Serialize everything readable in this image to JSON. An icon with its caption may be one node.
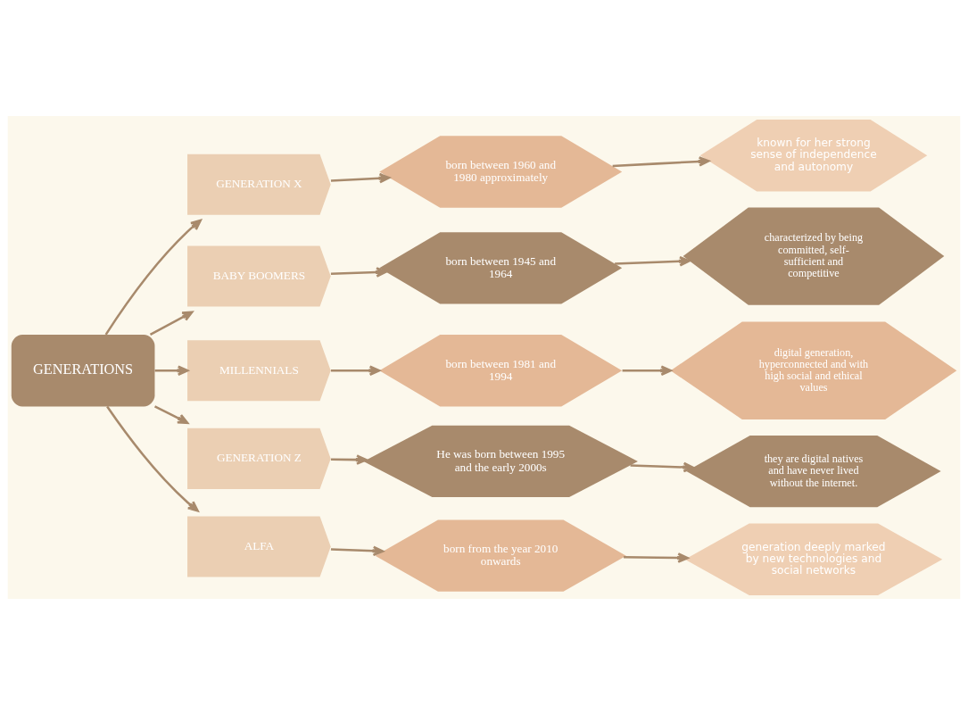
{
  "diagram": {
    "nodes": [
      {
        "text": [
          "GENERATIONS"
        ]
      },
      {
        "text": [
          "GENERATION X"
        ]
      },
      {
        "text": [
          "BABY BOOMERS"
        ]
      },
      {
        "text": [
          "MILLENNIALS"
        ]
      },
      {
        "text": [
          "GENERATION Z"
        ]
      },
      {
        "text": [
          "ALFA"
        ]
      },
      {
        "text": [
          "born between 1960 and 1980 approximately"
        ]
      },
      {
        "text": [
          "born between 1945 and 1964"
        ]
      },
      {
        "text": [
          "born between 1981 and 1994"
        ]
      },
      {
        "text": [
          "He was born between 1995 and the early 2000s"
        ]
      },
      {
        "text": [
          "born from the year 2010 onwards"
        ]
      },
      {
        "text": [
          "known for her strong sense of independence and autonomy"
        ]
      },
      {
        "text": [
          "characterized by being committed, self-sufficient and competitive"
        ]
      },
      {
        "text": [
          "digital generation, hyperconnected and with high social and ethical values"
        ]
      },
      {
        "text": [
          "they are digital natives and have never lived without the internet."
        ]
      },
      {
        "text": [
          "generation deeply marked by new technologies and social networks"
        ]
      }
    ],
    "edges": [
      {
        "from": 0,
        "to": 1,
        "arrow": "to"
      },
      {
        "from": 0,
        "to": 2,
        "arrow": "to"
      },
      {
        "from": 0,
        "to": 3,
        "arrow": "to"
      },
      {
        "from": 0,
        "to": 4,
        "arrow": "to"
      },
      {
        "from": 0,
        "to": 5,
        "arrow": "to"
      },
      {
        "from": 1,
        "to": 6,
        "arrow": "to"
      },
      {
        "from": 2,
        "to": 7,
        "arrow": "to"
      },
      {
        "from": 3,
        "to": 8,
        "arrow": "to"
      },
      {
        "from": 4,
        "to": 9,
        "arrow": "to"
      },
      {
        "from": 5,
        "to": 10,
        "arrow": "to"
      },
      {
        "from": 6,
        "to": 11,
        "arrow": "to"
      },
      {
        "from": 7,
        "to": 12,
        "arrow": "to"
      },
      {
        "from": 8,
        "to": 13,
        "arrow": "to"
      },
      {
        "from": 9,
        "to": 14,
        "arrow": "to"
      },
      {
        "from": 10,
        "to": 15,
        "arrow": "to"
      }
    ]
  }
}
